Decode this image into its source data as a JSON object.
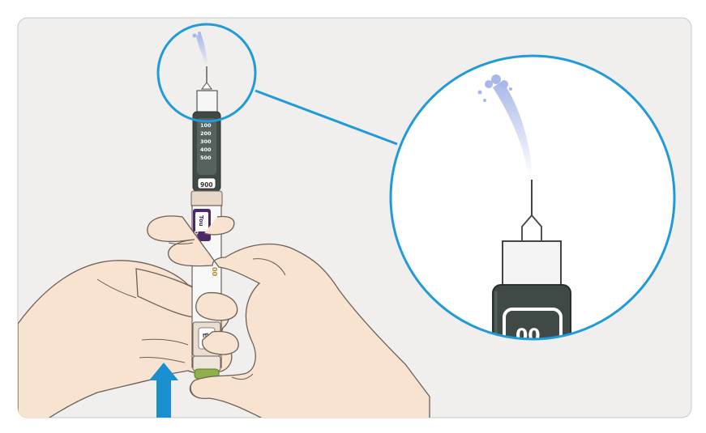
{
  "illustration": {
    "pen": {
      "scale_labels": [
        "100",
        "200",
        "300",
        "400",
        "500"
      ],
      "dose_window_value": "900",
      "label_brand_partial": "Tou",
      "label_sub_partial": "Dou",
      "label_strength_partial": "00",
      "dial_marking": "E0",
      "cap_color": "#8fb04a",
      "body_color": "#3f4a47",
      "label_color": "#4b2a6b"
    },
    "zoom": {
      "window_partial": "00"
    },
    "accent_color": "#1f9bd7",
    "arrow_color": "#1a8fd0",
    "arrow_direction": "up",
    "spray_color": "#a9b8e8"
  }
}
